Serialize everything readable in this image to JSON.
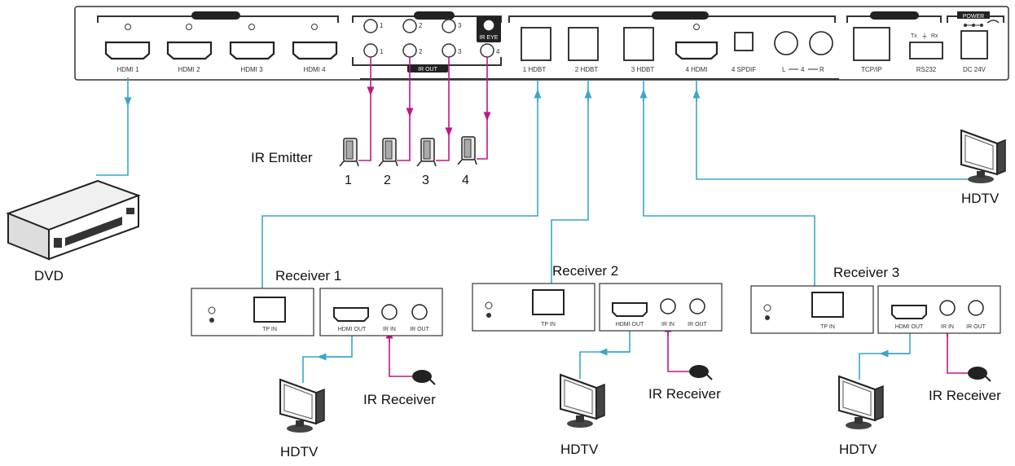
{
  "colors": {
    "hdmi_link": "#3aa6c9",
    "ir_link": "#c0168a",
    "outline": "#333333"
  },
  "matrix": {
    "power_label": "POWER",
    "ir_eye_label": "IR EYE",
    "ir_out_label": "IR OUT",
    "hdmi_inputs": [
      "HDMI 1",
      "HDMI 2",
      "HDMI 3",
      "HDMI 4"
    ],
    "ir_in_numbers": [
      "1",
      "2",
      "3"
    ],
    "ir_out_numbers": [
      "1",
      "2",
      "3",
      "4"
    ],
    "hdbt_outputs": [
      "1 HDBT",
      "2 HDBT",
      "3 HDBT"
    ],
    "hdmi_out": "4 HDMI",
    "spdif": "4 SPDIF",
    "audio": [
      "L",
      "4",
      "R"
    ],
    "tcpip": "TCP/IP",
    "rs232": "RS232",
    "rs232_pins": [
      "Tx",
      "Rx"
    ],
    "dc": "DC 24V"
  },
  "labels": {
    "ir_emitter": "IR Emitter",
    "emitter_numbers": [
      "1",
      "2",
      "3",
      "4"
    ],
    "dvd": "DVD",
    "hdtv": "HDTV",
    "ir_receiver": "IR Receiver"
  },
  "receivers": [
    {
      "title": "Receiver 1",
      "tp_in": "TP IN",
      "hdmi_out": "HDMI OUT",
      "ir_in": "IR IN",
      "ir_out": "IR OUT"
    },
    {
      "title": "Receiver 2",
      "tp_in": "TP IN",
      "hdmi_out": "HDMI OUT",
      "ir_in": "IR IN",
      "ir_out": "IR OUT"
    },
    {
      "title": "Receiver 3",
      "tp_in": "TP IN",
      "hdmi_out": "HDMI OUT",
      "ir_in": "IR IN",
      "ir_out": "IR OUT"
    }
  ]
}
